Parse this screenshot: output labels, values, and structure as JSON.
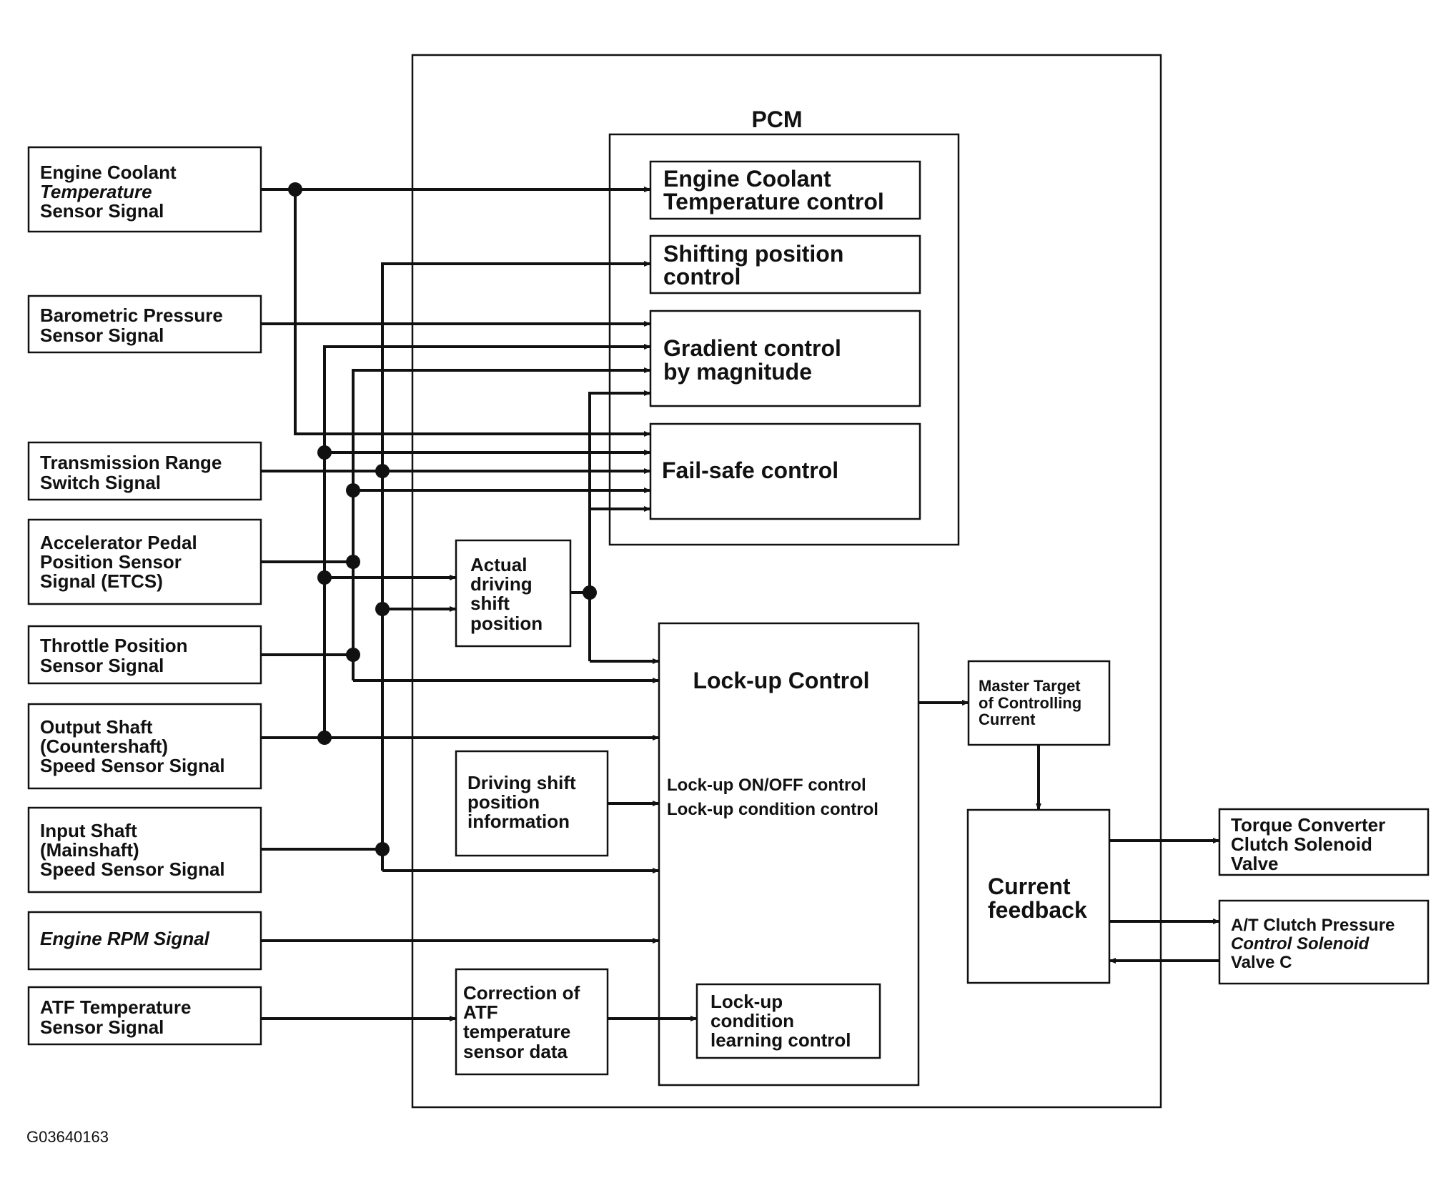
{
  "title": "PCM",
  "figure_code": "G03640163",
  "inputs": [
    {
      "lines": [
        "Engine Coolant",
        "Temperature",
        "Sensor Signal"
      ],
      "italic_lines": [
        1
      ]
    },
    {
      "lines": [
        "Barometric Pressure",
        "Sensor Signal"
      ],
      "italic_lines": []
    },
    {
      "lines": [
        "Transmission Range",
        "Switch Signal"
      ],
      "italic_lines": []
    },
    {
      "lines": [
        "Accelerator Pedal",
        "Position Sensor",
        "Signal (ETCS)"
      ],
      "italic_lines": []
    },
    {
      "lines": [
        "Throttle Position",
        "Sensor Signal"
      ],
      "italic_lines": []
    },
    {
      "lines": [
        "Output Shaft",
        "(Countershaft)",
        "Speed Sensor Signal"
      ],
      "italic_lines": []
    },
    {
      "lines": [
        "Input Shaft",
        "(Mainshaft)",
        "Speed Sensor Signal"
      ],
      "italic_lines": []
    },
    {
      "lines": [
        "Engine RPM Signal"
      ],
      "italic_lines": [
        0
      ]
    },
    {
      "lines": [
        "ATF Temperature",
        "Sensor Signal"
      ],
      "italic_lines": []
    }
  ],
  "controls": [
    {
      "lines": [
        "Engine Coolant",
        "Temperature control"
      ]
    },
    {
      "lines": [
        "Shifting position",
        "control"
      ]
    },
    {
      "lines": [
        "Gradient control",
        "by magnitude"
      ]
    },
    {
      "lines": [
        "Fail-safe control"
      ]
    }
  ],
  "actual_driving": {
    "lines": [
      "Actual",
      "driving",
      "shift",
      "position"
    ]
  },
  "driving_info": {
    "lines": [
      "Driving shift",
      "position",
      "information"
    ]
  },
  "correction": {
    "lines": [
      "Correction of",
      "ATF",
      "temperature",
      "sensor data"
    ]
  },
  "lockup": {
    "title": "Lock-up Control",
    "items": [
      "Lock-up ON/OFF control",
      "Lock-up condition control"
    ],
    "learning": {
      "lines": [
        "Lock-up",
        "condition",
        "learning control"
      ]
    }
  },
  "master_target": {
    "lines": [
      "Master Target",
      "of Controlling",
      "Current"
    ]
  },
  "current_feedback": {
    "lines": [
      "Current",
      "feedback"
    ]
  },
  "outputs": [
    {
      "lines": [
        "Torque Converter",
        "Clutch Solenoid",
        "Valve"
      ],
      "italic_lines": []
    },
    {
      "lines": [
        "A/T Clutch Pressure",
        "Control Solenoid",
        "Valve C"
      ],
      "italic_lines": [
        1
      ]
    }
  ]
}
